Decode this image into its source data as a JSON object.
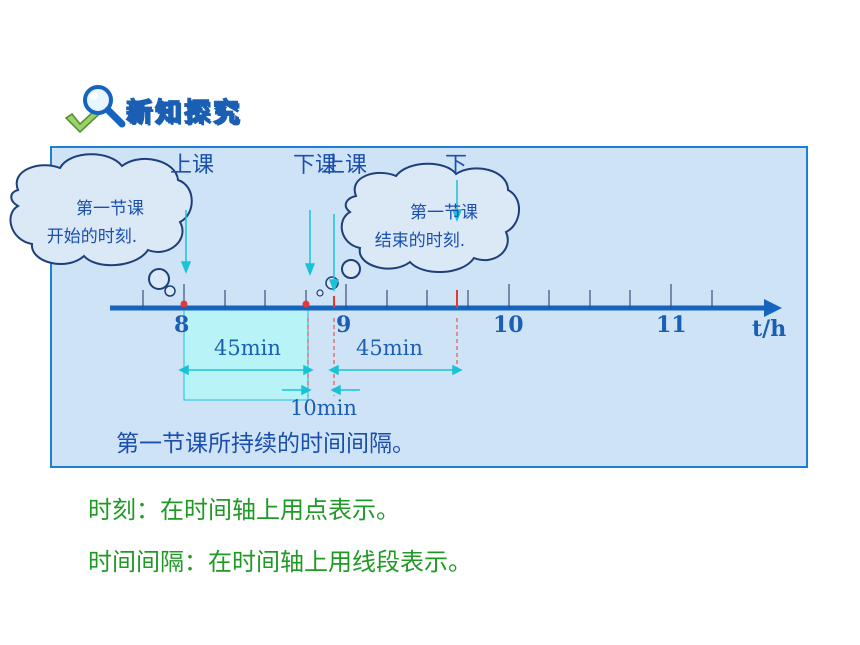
{
  "header": {
    "title": "新知探究"
  },
  "labels": {
    "start_class": "上课",
    "end_class": "下课",
    "end_next_class": "上课",
    "break_end_label": "下",
    "cloud_start_line1": "第一节课",
    "cloud_start_line2": "开始的时刻.",
    "cloud_end_line1": "第一节课",
    "cloud_end_line2": "结束的时刻."
  },
  "axis": {
    "ticks": [
      "8",
      "9",
      "10",
      "11"
    ],
    "unit": "t/h",
    "arrow_color": "#1565c0"
  },
  "durations": {
    "class1": "45min",
    "class2": "45min",
    "break": "10min"
  },
  "description": "第一节课所持续的时间间隔。",
  "definitions": {
    "moment": "时刻：在时间轴上用点表示。",
    "interval": "时间间隔：在时间轴上用线段表示。"
  },
  "colors": {
    "panel_bg": "#cfe3f7",
    "panel_border": "#1d7fd6",
    "interval_fill": "#b8f4f7",
    "definition_text": "#1f9a25",
    "point": "#e53935"
  }
}
